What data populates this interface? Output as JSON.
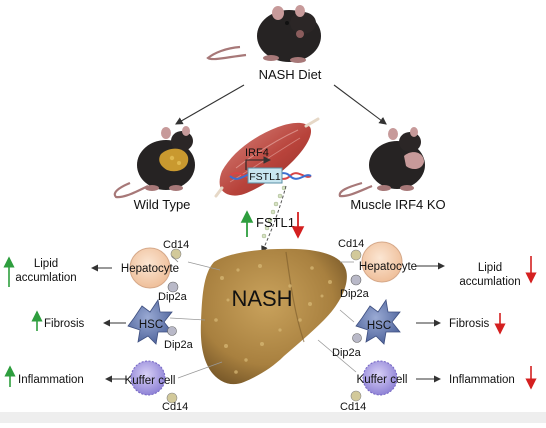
{
  "diet": "NASH Diet",
  "wild_type": "Wild Type",
  "knockout": "Muscle IRF4 KO",
  "gene": "IRF4",
  "secreted": "FSTL1",
  "secreted_box": "FSTL1",
  "disease": "NASH",
  "left": {
    "hepatocyte": "Hepatocyte",
    "hsc": "HSC",
    "kupffer": "Kuffer cell",
    "cd14_top": "Cd14",
    "dip2a_hep": "Dip2a",
    "dip2a_hsc": "Dip2a",
    "cd14_bottom": "Cd14",
    "lipid": "Lipid accumlation",
    "fibrosis": "Fibrosis",
    "inflammation": "Inflammation"
  },
  "right": {
    "hepatocyte": "Hepatocyte",
    "hsc": "HSC",
    "kupffer": "Kuffer cell",
    "cd14_top": "Cd14",
    "dip2a_hep": "Dip2a",
    "dip2a_hsc": "Dip2a",
    "cd14_bottom": "Cd14",
    "lipid": "Lipid accumlation",
    "fibrosis": "Fibrosis",
    "inflammation": "Inflammation"
  },
  "colors": {
    "up": "#2e9e3e",
    "down": "#d42020",
    "liver": "#b08a45",
    "muscle": "#c0504d",
    "hsc": "#6b7fb3",
    "kupffer": "#a99ee0",
    "hepatocyte": "#f4d3b7"
  }
}
